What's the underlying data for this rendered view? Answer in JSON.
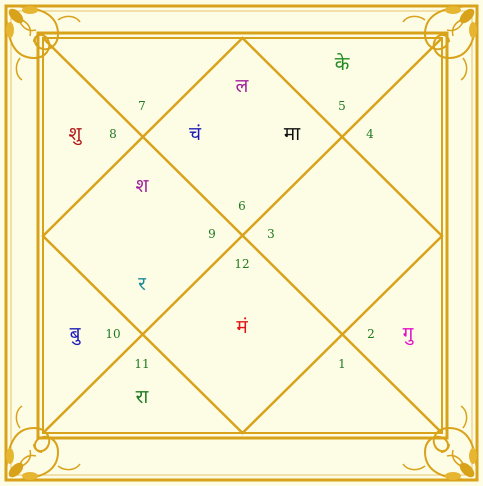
{
  "colors": {
    "background": "#fdfde6",
    "frame": "#d9a21b",
    "house_number": "#1f7a1f"
  },
  "decoration": {
    "corner_ornament": "floral-scroll-ornament"
  },
  "houses": [
    {
      "number": "7"
    },
    {
      "number": "8"
    },
    {
      "number": "5"
    },
    {
      "number": "4"
    },
    {
      "number": "6"
    },
    {
      "number": "9"
    },
    {
      "number": "3"
    },
    {
      "number": "12"
    },
    {
      "number": "10"
    },
    {
      "number": "2"
    },
    {
      "number": "11"
    },
    {
      "number": "1"
    }
  ],
  "planets": [
    {
      "symbol": "ल",
      "color": "#a0209c"
    },
    {
      "symbol": "के",
      "color": "#1f8a1f"
    },
    {
      "symbol": "शु",
      "color": "#b01818"
    },
    {
      "symbol": "चं",
      "color": "#1a1ab8"
    },
    {
      "symbol": "मा",
      "color": "#111111"
    },
    {
      "symbol": "श",
      "color": "#a0209c"
    },
    {
      "symbol": "र",
      "color": "#1f8a9a"
    },
    {
      "symbol": "बु",
      "color": "#1a1ab8"
    },
    {
      "symbol": "मं",
      "color": "#e01515"
    },
    {
      "symbol": "गु",
      "color": "#e010c8"
    },
    {
      "symbol": "रा",
      "color": "#1f7a1f"
    }
  ]
}
